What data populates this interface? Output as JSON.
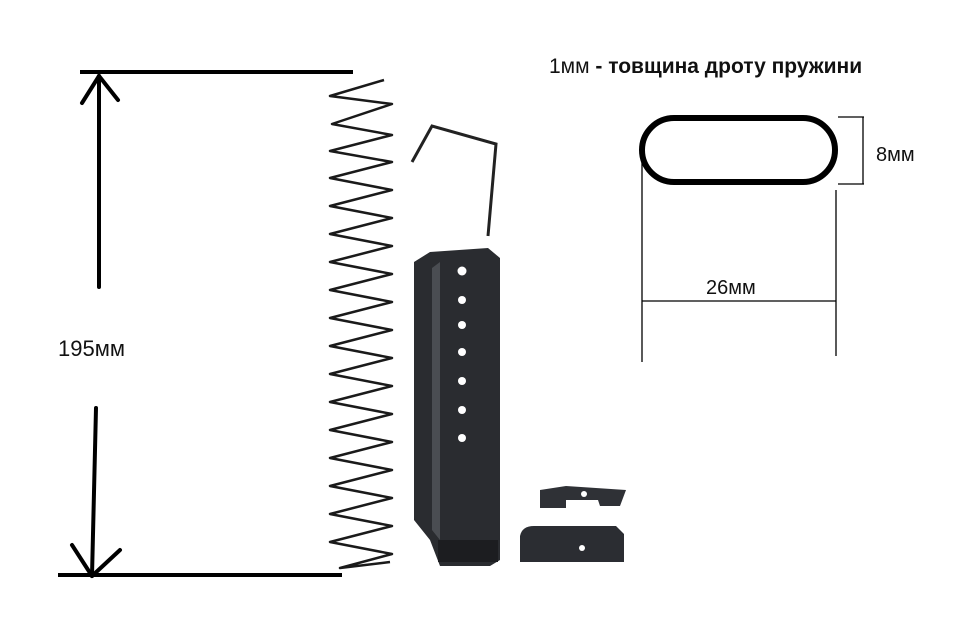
{
  "annotations": {
    "spring_length": "195мм",
    "wire_thickness_value": "1мм",
    "wire_thickness_text": " - товщина дроту пружини",
    "cross_section_height": "8мм",
    "cross_section_width": "26мм"
  },
  "colors": {
    "line": "#000000",
    "magazine_body": "#2a2c30",
    "magazine_highlight": "#4a4d52",
    "spring_wire": "#1a1a1a"
  },
  "icons": [
    "up-arrow-icon",
    "down-arrow-icon",
    "spring-illustration",
    "magazine-illustration",
    "follower-illustration",
    "floorplate-illustration",
    "cross-section-shape"
  ]
}
